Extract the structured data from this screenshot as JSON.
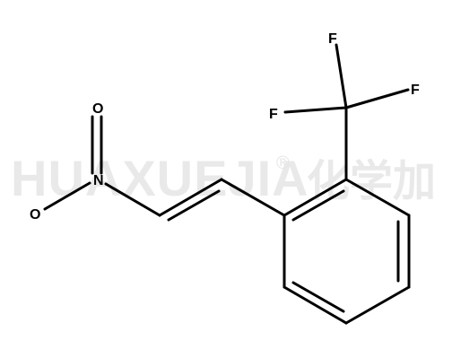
{
  "watermark": {
    "latin": "HUAXUEJIA",
    "registered": "®",
    "chinese": "化学加"
  },
  "atoms": {
    "fluorine_top": "F",
    "fluorine_right": "F",
    "fluorine_left": "F",
    "nitrogen": "N",
    "oxygen_top": "O",
    "oxygen_bottom": "O"
  }
}
